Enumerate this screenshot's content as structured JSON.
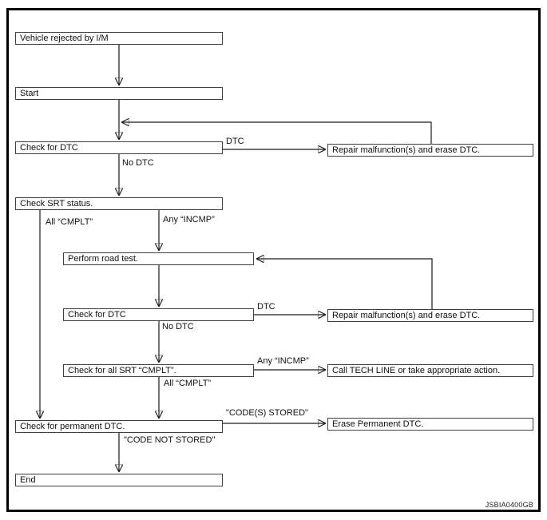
{
  "diagram": {
    "figure_code": "JSBIA0400GB",
    "nodes": {
      "vehicle_rejected": {
        "label": "Vehicle rejected by I/M"
      },
      "start": {
        "label": "Start"
      },
      "check_dtc_1": {
        "label": "Check for DTC"
      },
      "repair_erase_1": {
        "label": "Repair malfunction(s) and erase DTC."
      },
      "check_srt_status": {
        "label": "Check SRT status."
      },
      "perform_road_test": {
        "label": "Perform road test."
      },
      "check_dtc_2": {
        "label": "Check for DTC"
      },
      "repair_erase_2": {
        "label": "Repair malfunction(s) and erase DTC."
      },
      "check_all_srt": {
        "label": "Check for all SRT “CMPLT”."
      },
      "call_tech_line": {
        "label": "Call TECH LINE or take appropriate action."
      },
      "check_permanent_dtc": {
        "label": "Check for permanent DTC."
      },
      "erase_permanent_dtc": {
        "label": "Erase Permanent DTC."
      },
      "end": {
        "label": "End"
      }
    },
    "edges": [
      {
        "from": "vehicle_rejected",
        "to": "start",
        "label": ""
      },
      {
        "from": "start",
        "to": "check_dtc_1",
        "label": ""
      },
      {
        "from": "check_dtc_1",
        "to": "repair_erase_1",
        "label": "DTC"
      },
      {
        "from": "repair_erase_1",
        "to": "check_dtc_1",
        "label": ""
      },
      {
        "from": "check_dtc_1",
        "to": "check_srt_status",
        "label": "No DTC"
      },
      {
        "from": "check_srt_status",
        "to": "check_permanent_dtc",
        "label": "All “CMPLT”"
      },
      {
        "from": "check_srt_status",
        "to": "perform_road_test",
        "label": "Any “INCMP”"
      },
      {
        "from": "perform_road_test",
        "to": "check_dtc_2",
        "label": ""
      },
      {
        "from": "check_dtc_2",
        "to": "repair_erase_2",
        "label": "DTC"
      },
      {
        "from": "repair_erase_2",
        "to": "perform_road_test",
        "label": ""
      },
      {
        "from": "check_dtc_2",
        "to": "check_all_srt",
        "label": "No DTC"
      },
      {
        "from": "check_all_srt",
        "to": "call_tech_line",
        "label": "Any “INCMP”"
      },
      {
        "from": "check_all_srt",
        "to": "check_permanent_dtc",
        "label": "All “CMPLT”"
      },
      {
        "from": "check_permanent_dtc",
        "to": "erase_permanent_dtc",
        "label": "\"CODE(S) STORED\""
      },
      {
        "from": "check_permanent_dtc",
        "to": "end",
        "label": "\"CODE NOT STORED\""
      }
    ]
  }
}
